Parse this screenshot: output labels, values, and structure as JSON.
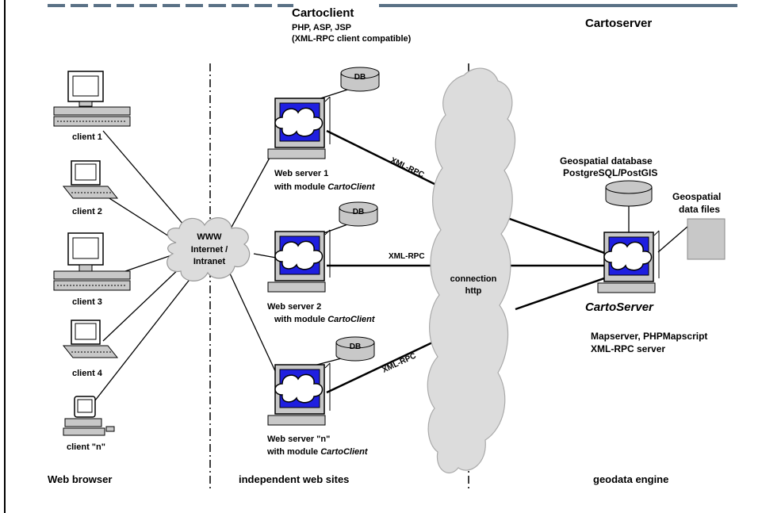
{
  "header": {
    "cartoclient_title": "Cartoclient",
    "cartoclient_langs": "PHP, ASP, JSP",
    "cartoclient_compat": "(XML-RPC client compatible)",
    "cartoserver_title": "Cartoserver"
  },
  "clients": [
    {
      "label": "client 1"
    },
    {
      "label": "client 2"
    },
    {
      "label": "client 3"
    },
    {
      "label": "client 4"
    },
    {
      "label": "client \"n\""
    }
  ],
  "network_cloud": {
    "line1": "WWW",
    "line2": "Internet /",
    "line3": "Intranet"
  },
  "web_servers": [
    {
      "name": "Web server  1",
      "module_prefix": "with module ",
      "module_name": "CartoClient",
      "db": "DB",
      "link": "XML-RPC"
    },
    {
      "name": "Web server  2",
      "module_prefix": "with module ",
      "module_name": "CartoClient",
      "db": "DB",
      "link": "XML-RPC"
    },
    {
      "name": "Web server \"n\"",
      "module_prefix": "with module ",
      "module_name": "CartoClient",
      "db": "DB",
      "link": "XML-RPC"
    }
  ],
  "http_cloud": {
    "line1": "connection",
    "line2": "http"
  },
  "cartoserver": {
    "db_title": "Geospatial database",
    "db_product": "PostgreSQL/PostGIS",
    "files_title": "Geospatial",
    "files_sub": "data files",
    "name": "CartoServer",
    "software": "Mapserver, PHPMapscript",
    "rpc": "XML-RPC server"
  },
  "footer": {
    "col1": "Web browser",
    "col2": "independent web sites",
    "col3": "geodata engine"
  },
  "colors": {
    "screen_blue": "#1f1fe0",
    "cloud_fill": "#dcdcdc",
    "device_gray": "#c8c8c8",
    "header_rule": "#5a7186"
  }
}
